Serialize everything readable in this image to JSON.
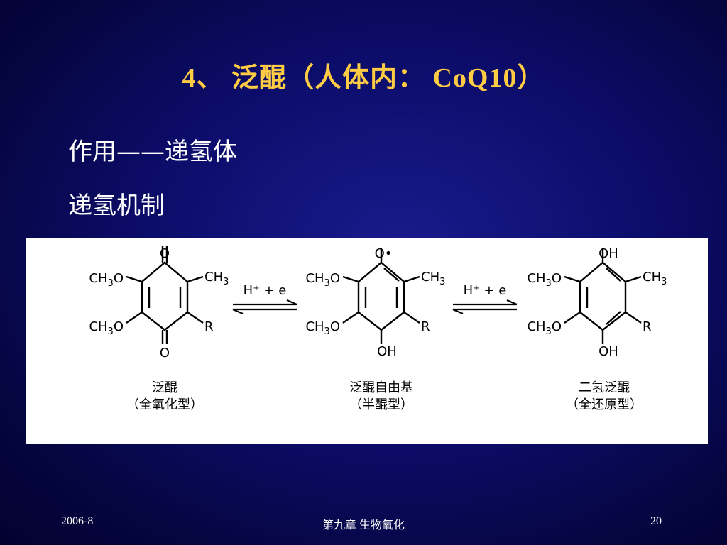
{
  "slide": {
    "title": "4、 泛醌（人体内：  CoQ10）",
    "bullets": [
      "作用——递氢体",
      "递氢机制"
    ]
  },
  "diagram": {
    "atoms": {
      "O": "O",
      "OH": "OH",
      "CH3O": "CH3O",
      "CH3": "CH3",
      "R": "R",
      "radical_O": "O•"
    },
    "arrows": [
      {
        "label": "H⁺ + e"
      },
      {
        "label": "H⁺ + e"
      }
    ],
    "molecules": [
      {
        "name": "泛醌",
        "note": "（全氧化型）"
      },
      {
        "name": "泛醌自由基",
        "note": "（半醌型）"
      },
      {
        "name": "二氢泛醌",
        "note": "（全还原型）"
      }
    ]
  },
  "footer": {
    "date": "2006-8",
    "chapter": "第九章  生物氧化",
    "page": "20"
  }
}
